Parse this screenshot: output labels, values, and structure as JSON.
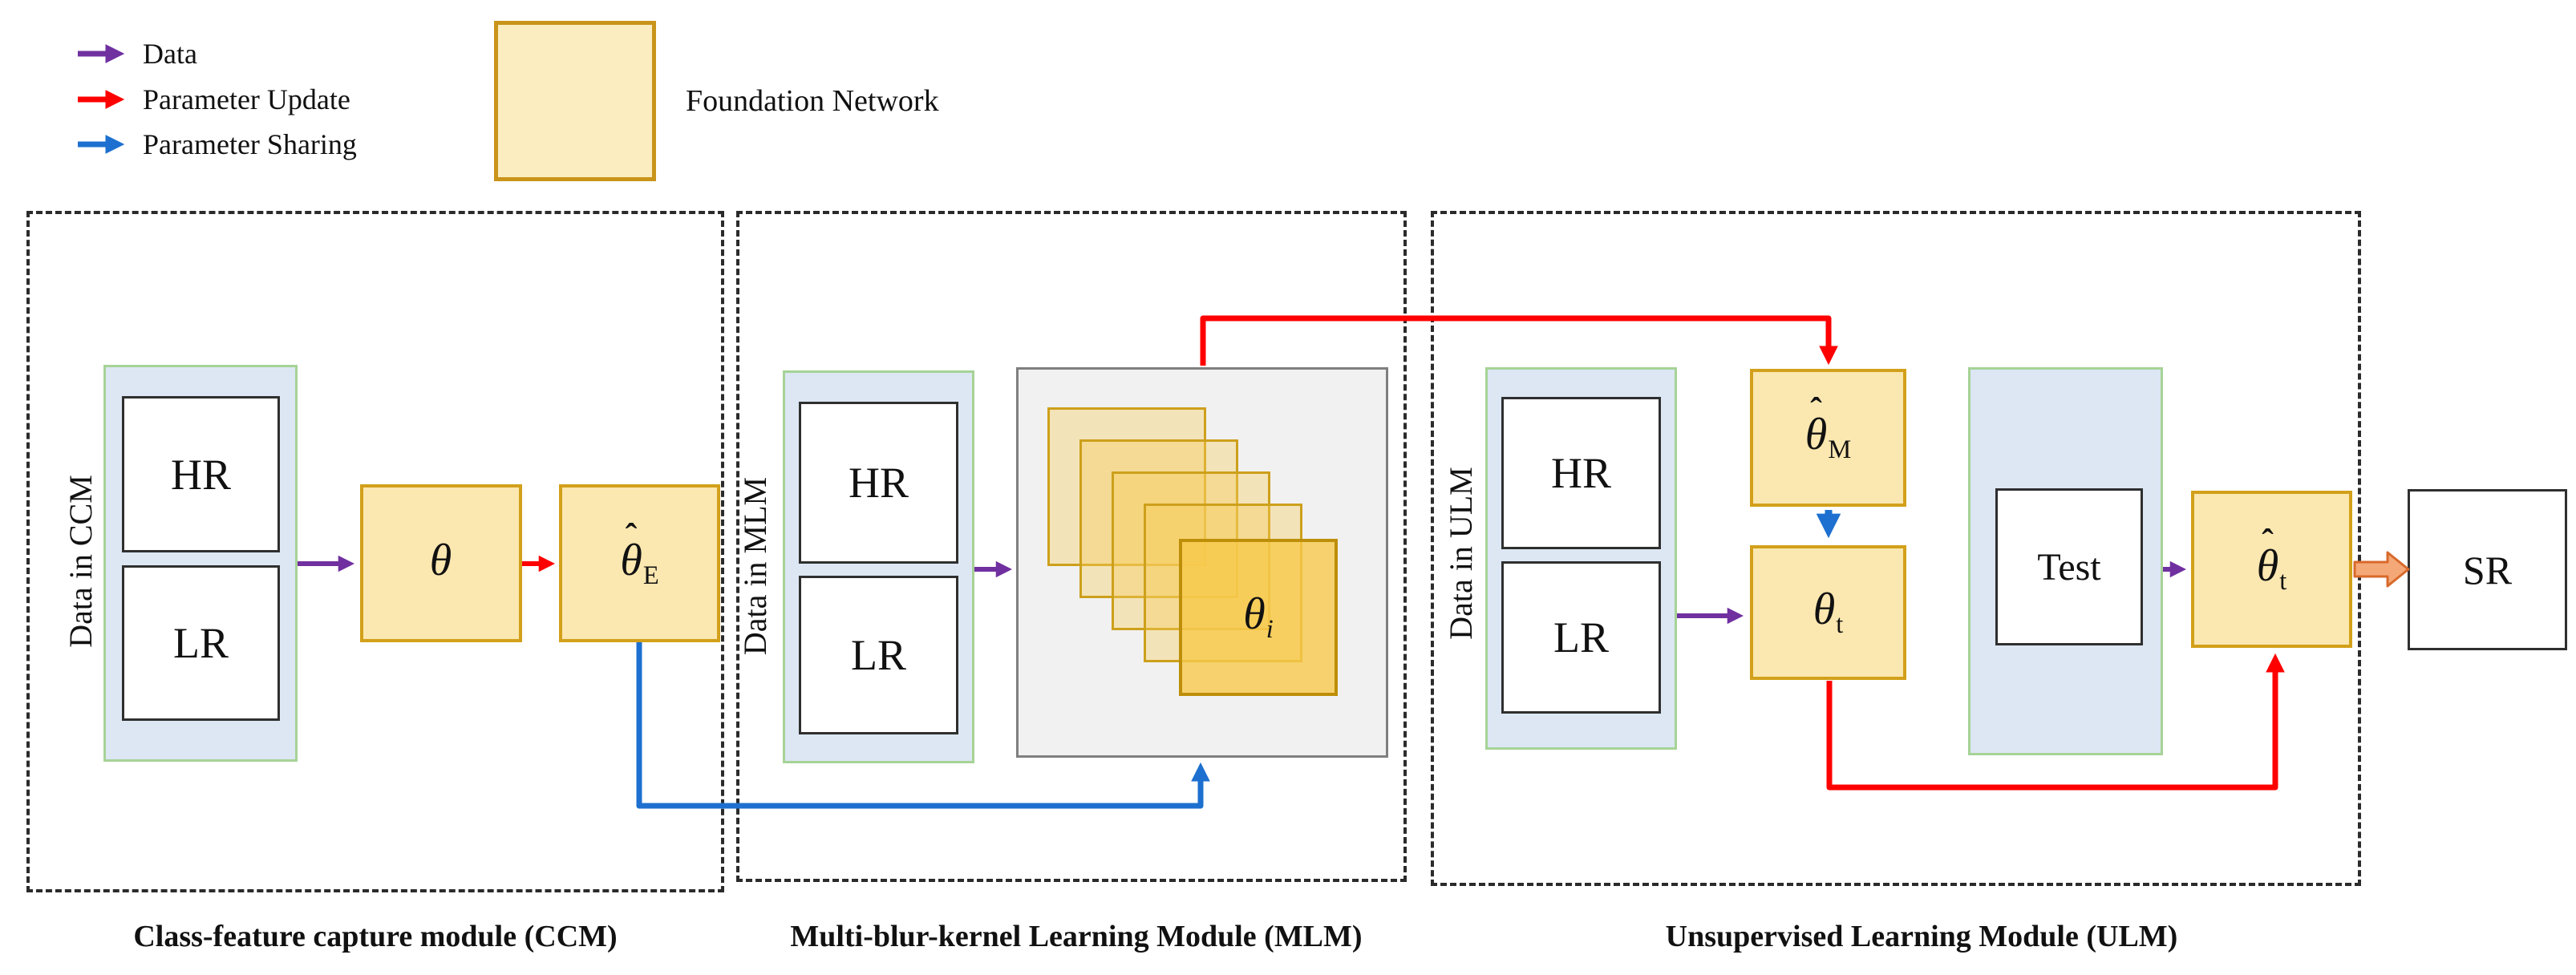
{
  "legend": {
    "items": [
      {
        "label": "Data",
        "color": "#7030A0"
      },
      {
        "label": "Parameter Update",
        "color": "#FE0000"
      },
      {
        "label": "Parameter Sharing",
        "color": "#1D70CF"
      }
    ],
    "foundation_label": "Foundation Network"
  },
  "modules": {
    "ccm": {
      "caption": "Class-feature capture module (CCM)",
      "side_label": "Data in CCM",
      "data_group": {
        "hr": "HR",
        "lr": "LR"
      },
      "nodes": {
        "theta": {
          "hat": "",
          "sym": "θ",
          "sub": ""
        },
        "theta_E": {
          "hat": "ˆ",
          "sym": "θ",
          "sub": "E"
        }
      }
    },
    "mlm": {
      "caption": "Multi-blur-kernel Learning Module (MLM)",
      "side_label": "Data in MLM",
      "data_group": {
        "hr": "HR",
        "lr": "LR"
      },
      "stack_count": 5,
      "nodes": {
        "theta_i": {
          "hat": "",
          "sym": "θ",
          "sub": "i"
        }
      }
    },
    "ulm": {
      "caption": "Unsupervised Learning Module (ULM)",
      "side_label": "Data in ULM",
      "data_group": {
        "hr": "HR",
        "lr": "LR"
      },
      "test_label": "Test",
      "nodes": {
        "theta_M": {
          "hat": "ˆ",
          "sym": "θ",
          "sub": "M"
        },
        "theta_t": {
          "hat": "",
          "sym": "θ",
          "sub": "t"
        },
        "theta_t_hat": {
          "hat": "ˆ",
          "sym": "θ",
          "sub": "t"
        }
      }
    }
  },
  "output_box": {
    "label": "SR"
  },
  "colors": {
    "data_arrow": "#7030A0",
    "parameter_update_arrow": "#FE0000",
    "parameter_sharing_arrow": "#1D70CF",
    "foundation_fill": "#FBE7B0",
    "foundation_border": "#D2A01A",
    "data_group_fill": "#DCE7F3",
    "data_group_border": "#A6D396",
    "kernel_panel_fill": "#F1F1F2",
    "kernel_panel_border": "#7F7F7F",
    "sr_arrow_fill": "#F5A877",
    "sr_arrow_border": "#D8692B",
    "module_border": "#2B2B2B"
  }
}
